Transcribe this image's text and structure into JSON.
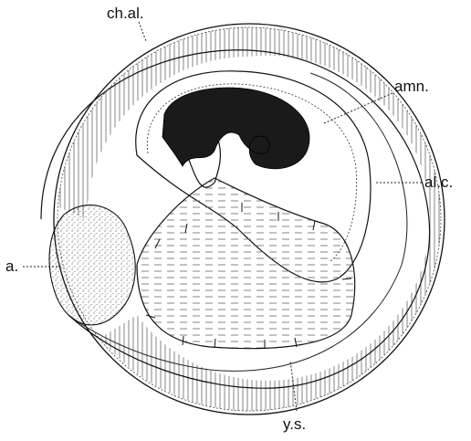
{
  "labels": {
    "chorio_allantois": "ch.al.",
    "amnion": "amn.",
    "allantoic_cavity": "al.c.",
    "albumen": "a.",
    "yolk_sac": "y.s."
  },
  "colors": {
    "ink": "#111111",
    "embryo": "#1a1a1a",
    "paper": "#ffffff",
    "hatch": "#555555"
  }
}
